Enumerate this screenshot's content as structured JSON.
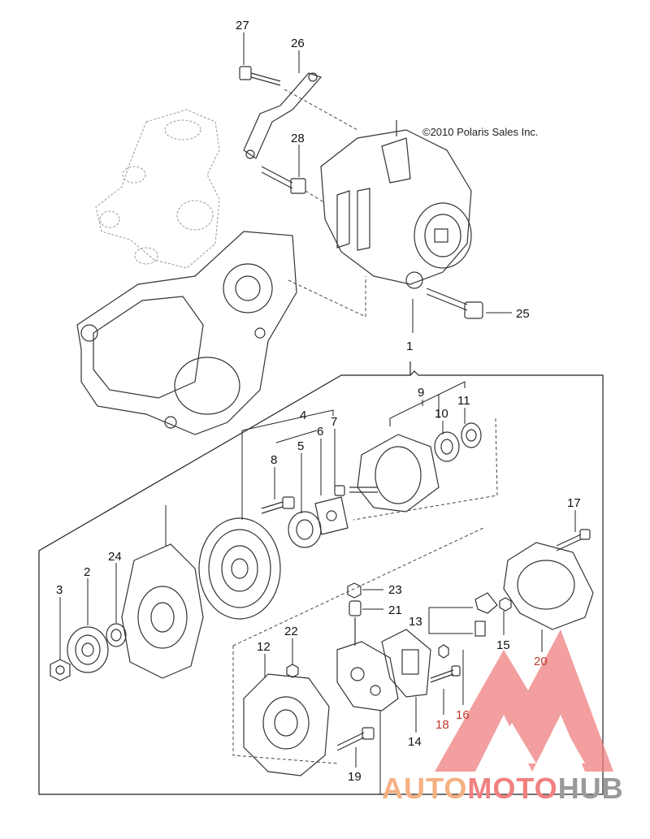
{
  "copyright": "©2010 Polaris Sales Inc.",
  "callouts": [
    {
      "id": "27",
      "label": "27"
    },
    {
      "id": "26",
      "label": "26"
    },
    {
      "id": "28",
      "label": "28"
    },
    {
      "id": "25",
      "label": "25"
    },
    {
      "id": "1",
      "label": "1"
    },
    {
      "id": "9",
      "label": "9"
    },
    {
      "id": "4",
      "label": "4"
    },
    {
      "id": "10",
      "label": "10"
    },
    {
      "id": "11",
      "label": "11"
    },
    {
      "id": "6",
      "label": "6"
    },
    {
      "id": "7",
      "label": "7"
    },
    {
      "id": "8",
      "label": "8"
    },
    {
      "id": "5",
      "label": "5"
    },
    {
      "id": "17",
      "label": "17"
    },
    {
      "id": "24",
      "label": "24"
    },
    {
      "id": "2",
      "label": "2"
    },
    {
      "id": "3",
      "label": "3"
    },
    {
      "id": "23",
      "label": "23"
    },
    {
      "id": "21",
      "label": "21"
    },
    {
      "id": "13",
      "label": "13"
    },
    {
      "id": "15",
      "label": "15"
    },
    {
      "id": "22",
      "label": "22"
    },
    {
      "id": "12",
      "label": "12"
    },
    {
      "id": "20",
      "label": "20"
    },
    {
      "id": "18",
      "label": "18"
    },
    {
      "id": "16",
      "label": "16"
    },
    {
      "id": "14",
      "label": "14"
    },
    {
      "id": "19",
      "label": "19"
    }
  ],
  "watermark": {
    "part1": "AUTO",
    "part2": "MOTO",
    "part3": "HUB"
  },
  "colors": {
    "watermark_orange": "#f4b183",
    "watermark_red": "#f08080",
    "watermark_grey": "#9a9a9a",
    "red_callout": "#c0392b"
  }
}
